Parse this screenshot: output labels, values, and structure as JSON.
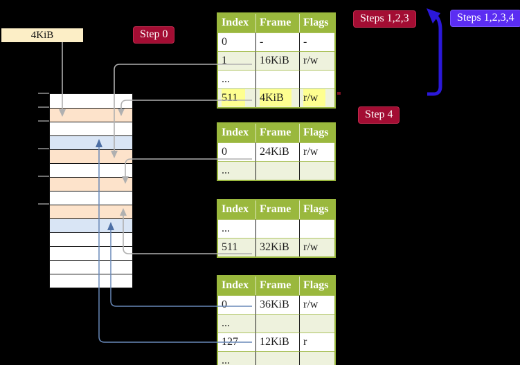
{
  "palette": {
    "background": "#000000",
    "table_header_green": "#9ab83d",
    "table_border_green": "#9ab83d",
    "table_row_light": "#eef2dd",
    "highlight_yellow": "#feff90",
    "peach": "#fde3cb",
    "light_blue": "#d9e5f5",
    "wheat": "#fceec6",
    "badge_red": "#a30d33",
    "badge_blue": "#5b2df2",
    "arrow_blue": "#2b18d9",
    "connector_gray": "#b0b0b0",
    "connector_blue": "#6888b8",
    "text_dark": "#1f1f1f"
  },
  "labels": {
    "page_size": "4KiB"
  },
  "badges": [
    {
      "label": "Step 0",
      "color": "red"
    },
    {
      "label": "Steps 1,2,3",
      "color": "red"
    },
    {
      "label": "Steps 1,2,3,4",
      "color": "blue"
    },
    {
      "label": "Step 4",
      "color": "red"
    }
  ],
  "tables": [
    {
      "headers": [
        "Index",
        "Frame",
        "Flags"
      ],
      "rows": [
        {
          "cells": [
            "0",
            "-",
            "-"
          ],
          "shaded": false
        },
        {
          "cells": [
            "1",
            "16KiB",
            "r/w"
          ],
          "shaded": true
        },
        {
          "cells": [
            "...",
            "",
            ""
          ],
          "shaded": false
        },
        {
          "cells": [
            "511",
            "4KiB",
            "r/w"
          ],
          "shaded": true,
          "highlight": true
        }
      ]
    },
    {
      "headers": [
        "Index",
        "Frame",
        "Flags"
      ],
      "rows": [
        {
          "cells": [
            "0",
            "24KiB",
            "r/w"
          ],
          "shaded": false
        },
        {
          "cells": [
            "...",
            "",
            ""
          ],
          "shaded": true
        }
      ]
    },
    {
      "headers": [
        "Index",
        "Frame",
        "Flags"
      ],
      "rows": [
        {
          "cells": [
            "...",
            "",
            ""
          ],
          "shaded": false
        },
        {
          "cells": [
            "511",
            "32KiB",
            "r/w"
          ],
          "shaded": true
        }
      ]
    },
    {
      "headers": [
        "Index",
        "Frame",
        "Flags"
      ],
      "rows": [
        {
          "cells": [
            "0",
            "36KiB",
            "r/w"
          ],
          "shaded": false
        },
        {
          "cells": [
            "...",
            "",
            ""
          ],
          "shaded": true
        },
        {
          "cells": [
            "127",
            "12KiB",
            "r"
          ],
          "shaded": false
        },
        {
          "cells": [
            "...",
            "",
            ""
          ],
          "shaded": true
        }
      ]
    }
  ],
  "memory_strip": {
    "rows": [
      "white",
      "peach",
      "white",
      "blue",
      "peach",
      "white",
      "peach",
      "white",
      "peach",
      "blue",
      "white",
      "white",
      "white",
      "white"
    ]
  }
}
